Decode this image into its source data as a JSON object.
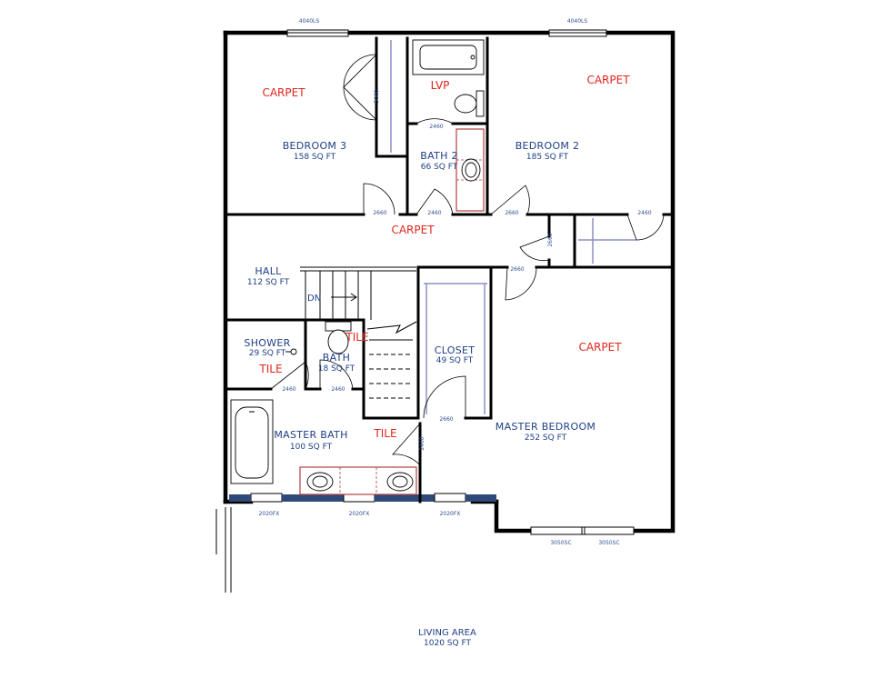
{
  "rooms": [
    {
      "id": "bedroom3",
      "name": "BEDROOM 3",
      "area": "158 SQ FT",
      "floor": "CARPET"
    },
    {
      "id": "bath2",
      "name": "BATH 2",
      "area": "66 SQ FT",
      "floor": "LVP"
    },
    {
      "id": "bedroom2",
      "name": "BEDROOM 2",
      "area": "185 SQ FT",
      "floor": "CARPET"
    },
    {
      "id": "hall",
      "name": "HALL",
      "area": "112 SQ FT",
      "floor": "CARPET"
    },
    {
      "id": "shower",
      "name": "SHOWER",
      "area": "29 SQ FT",
      "floor": "TILE"
    },
    {
      "id": "bath",
      "name": "BATH",
      "area": "18 SQ FT",
      "floor": "TILE"
    },
    {
      "id": "closet",
      "name": "CLOSET",
      "area": "49 SQ FT",
      "floor": ""
    },
    {
      "id": "master_bath",
      "name": "MASTER BATH",
      "area": "100 SQ FT",
      "floor": "TILE"
    },
    {
      "id": "master_bedroom",
      "name": "MASTER BEDROOM",
      "area": "252 SQ FT",
      "floor": "CARPET"
    }
  ],
  "stair_label": "DN",
  "windows": {
    "bedroom3": "4040LS",
    "bedroom2": "4040LS",
    "bath_left": "2020FX",
    "bath_mid": "2020FX",
    "bath_right": "2020FX",
    "master_left": "3050SC",
    "master_right": "3050SC"
  },
  "doors": {
    "bedroom3_closet": "5060",
    "bath2_tub": "2460",
    "bedroom3": "2660",
    "bath2": "2460",
    "bedroom2": "2660",
    "bedroom2_closet": "2460",
    "linen": "2660",
    "master_bedroom": "2660",
    "shower": "2460",
    "bath": "2460",
    "closet": "2660",
    "master_bath": "2460"
  },
  "summary": {
    "name": "LIVING AREA",
    "area": "1020 SQ FT"
  }
}
